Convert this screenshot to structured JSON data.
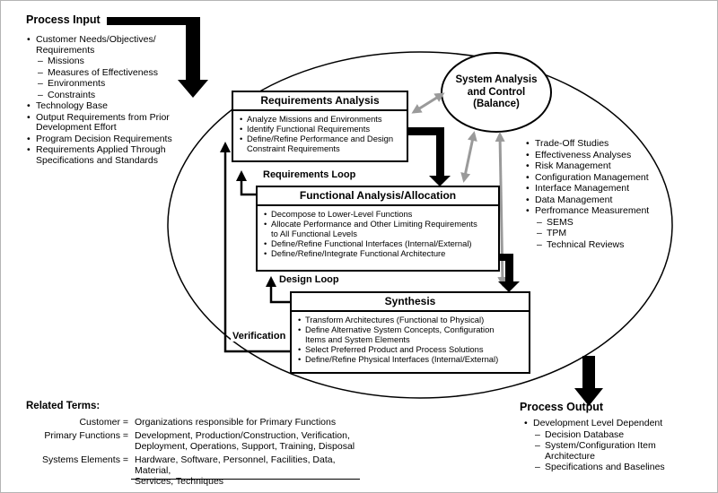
{
  "process_input": {
    "title": "Process Input",
    "items": [
      "Customer Needs/Objectives/\nRequirements",
      "Missions",
      "Measures of Effectiveness",
      "Environments",
      "Constraints",
      "Technology Base",
      "Output Requirements from Prior\nDevelopment Effort",
      "Program Decision Requirements",
      "Requirements Applied Through\nSpecifications and Standards"
    ]
  },
  "boxes": {
    "requirements_analysis": {
      "title": "Requirements Analysis",
      "items": [
        "Analyze Missions and Environments",
        "Identify Functional Requirements",
        "Define/Refine Performance and Design\nConstraint Requirements"
      ]
    },
    "functional_analysis": {
      "title": "Functional Analysis/Allocation",
      "items": [
        "Decompose to Lower-Level Functions",
        "Allocate Performance and Other Limiting Requirements\nto All Functional Levels",
        "Define/Refine Functional Interfaces (Internal/External)",
        "Define/Refine/Integrate Functional Architecture"
      ]
    },
    "synthesis": {
      "title": "Synthesis",
      "items": [
        "Transform Architectures (Functional to Physical)",
        "Define Alternative System Concepts, Configuration\nItems and System Elements",
        "Select Preferred Product and Process Solutions",
        "Define/Refine Physical Interfaces (Internal/External)"
      ]
    }
  },
  "labels": {
    "requirements_loop": "Requirements Loop",
    "design_loop": "Design Loop",
    "verification": "Verification"
  },
  "balance_ellipse": {
    "text": "System Analysis\nand Control\n(Balance)"
  },
  "control_list": {
    "items": [
      "Trade-Off Studies",
      "Effectiveness Analyses",
      "Risk Management",
      "Configuration Management",
      "Interface Management",
      "Data Management",
      "Perfromance Measurement",
      "SEMS",
      "TPM",
      "Technical Reviews"
    ]
  },
  "process_output": {
    "title": "Process Output",
    "items": [
      "Development Level Dependent",
      "Decision Database",
      "System/Configuration Item\nArchitecture",
      "Specifications and Baselines"
    ]
  },
  "related_terms": {
    "title": "Related Terms:",
    "rows": [
      {
        "term": "Customer =",
        "definition": "Organizations responsible for Primary Functions"
      },
      {
        "term": "Primary Functions =",
        "definition": "Development, Production/Construction, Verification,\nDeployment, Operations, Support, Training, Disposal"
      },
      {
        "term": "Systems Elements =",
        "definition": "Hardware, Software, Personnel, Facilities, Data, Material,\nServices, Techniques"
      }
    ]
  },
  "colors": {
    "arrow_black": "#000000",
    "arrow_gray": "#9a9a9a"
  }
}
